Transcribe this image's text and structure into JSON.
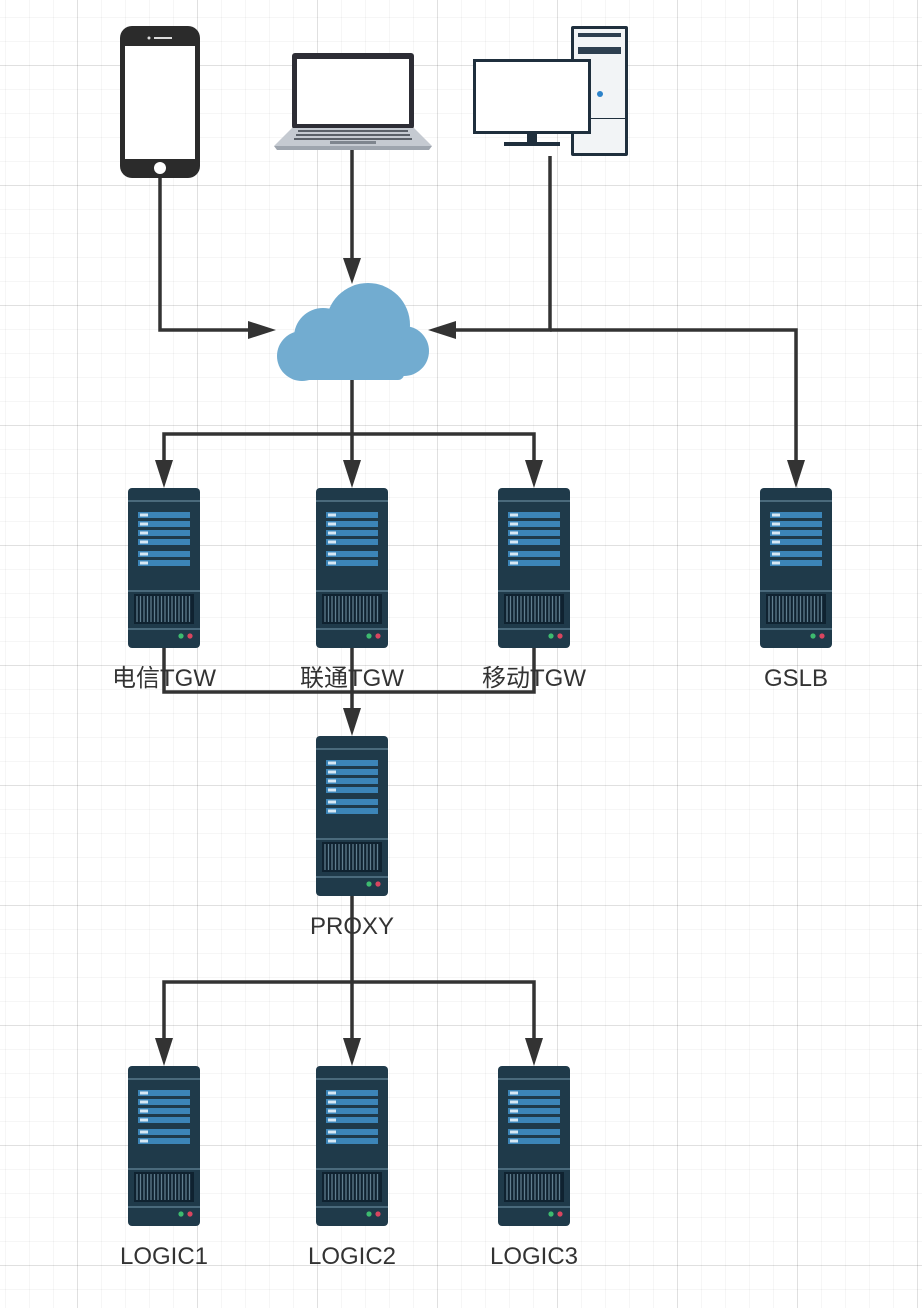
{
  "colors": {
    "connector": "#333333",
    "server_body": "#1f3a4a",
    "server_slot": "#3c85b8",
    "cloud": "#72acd0",
    "led_green": "#3dbb6f",
    "led_red": "#d9455f"
  },
  "icons": {
    "phone": "smartphone-icon",
    "laptop": "laptop-icon",
    "desktop": "desktop-computer-icon",
    "cloud": "cloud-icon",
    "server": "server-rack-icon"
  },
  "nodes": {
    "tgw_telecom": {
      "label": "电信TGW"
    },
    "tgw_unicom": {
      "label": "联通TGW"
    },
    "tgw_mobile": {
      "label": "移动TGW"
    },
    "gslb": {
      "label": "GSLB"
    },
    "proxy": {
      "label": "PROXY"
    },
    "logic1": {
      "label": "LOGIC1"
    },
    "logic2": {
      "label": "LOGIC2"
    },
    "logic3": {
      "label": "LOGIC3"
    }
  }
}
